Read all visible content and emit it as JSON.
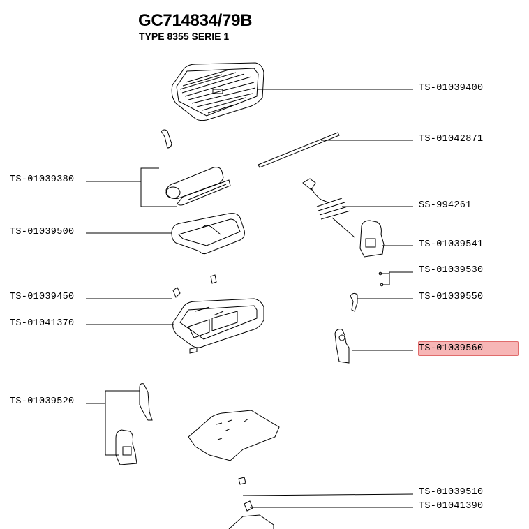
{
  "header": {
    "model": "GC714834/79B",
    "type_line": "TYPE 8355 SERIE 1"
  },
  "highlight_color": "#f7b6b6",
  "parts": {
    "p1": "TS-01039400",
    "p2": "TS-01042871",
    "p3": "TS-01039380",
    "p4": "SS-994261",
    "p5": "TS-01039500",
    "p6": "TS-01039541",
    "p7": "TS-01039530",
    "p8": "TS-01039450",
    "p9": "TS-01039550",
    "p10": "TS-01041370",
    "p11": "TS-01039560",
    "p12": "TS-01039520",
    "p13": "TS-01039510",
    "p14": "TS-01041390"
  },
  "selected_part": "TS-01039560"
}
